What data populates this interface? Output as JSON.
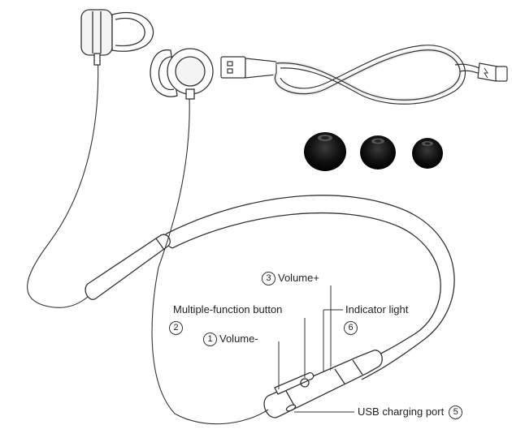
{
  "labels": {
    "volume_plus": {
      "number": "3",
      "text": "Volume+"
    },
    "multi_function": {
      "text": "Multiple-function button",
      "number": "2"
    },
    "indicator": {
      "text": "Indicator light",
      "number": "6"
    },
    "volume_minus": {
      "number": "1",
      "text": "Volume-"
    },
    "usb_port": {
      "text": "USB charging port",
      "number": "5"
    }
  },
  "colors": {
    "line": "#333333",
    "ear_tip": "#111111",
    "metal": "#f4f4f4"
  },
  "icons": [
    "usb-cable-icon",
    "ear-tip-icon"
  ]
}
